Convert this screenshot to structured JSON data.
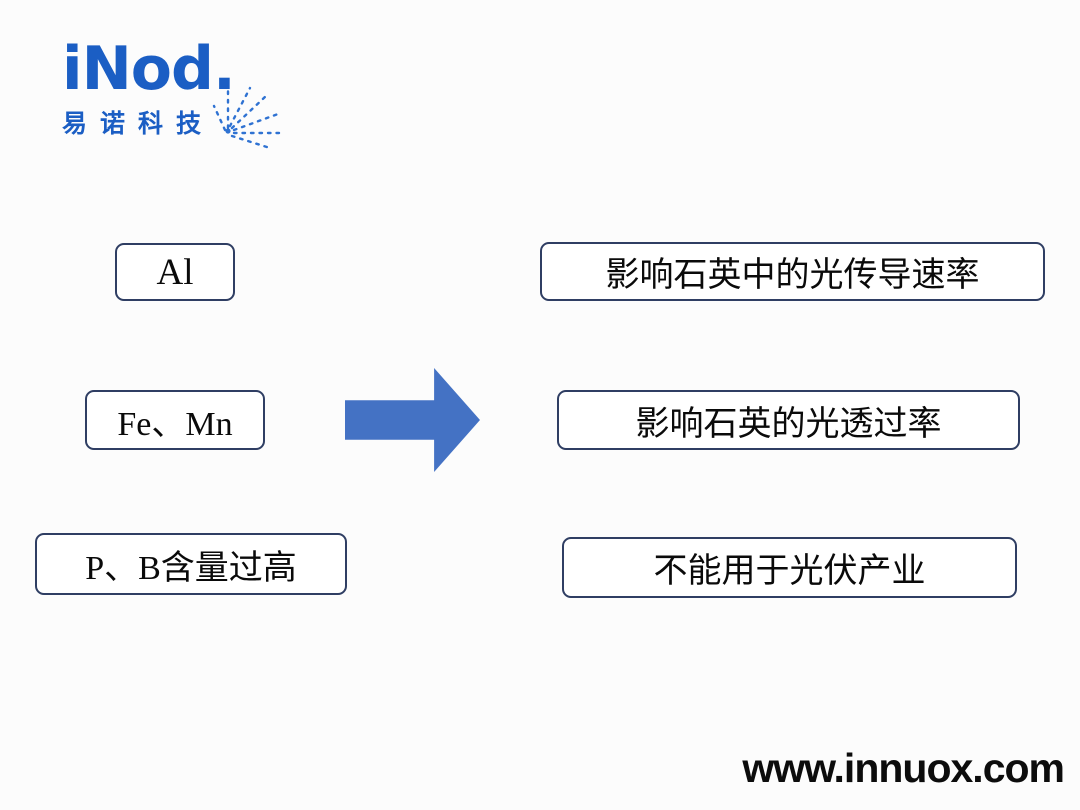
{
  "logo": {
    "text": "iNod.",
    "subtext": "易诺科技",
    "brand_color": "#1b5ec4"
  },
  "diagram": {
    "left_boxes": [
      {
        "label": "Al"
      },
      {
        "label": "Fe、Mn"
      },
      {
        "label": "P、B含量过高"
      }
    ],
    "right_boxes": [
      {
        "label": "影响石英中的光传导速率"
      },
      {
        "label": "影响石英的光透过率"
      },
      {
        "label": "不能用于光伏产业"
      }
    ],
    "arrow": {
      "icon": "right-arrow",
      "color": "#4472c4"
    },
    "box_border_color": "#2f3e63"
  },
  "footer": {
    "url": "www.innuox.com"
  }
}
